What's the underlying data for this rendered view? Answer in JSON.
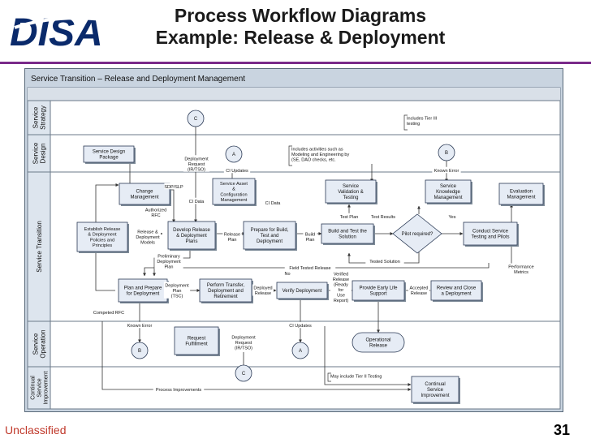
{
  "header": {
    "logo_text": "DISA",
    "title_line1": "Process Workflow Diagrams",
    "title_line2": "Example:  Release & Deployment"
  },
  "footer": {
    "classification": "Unclassified",
    "page_number": "31"
  },
  "diagram": {
    "title": "Service Transition – Release and Deployment Management",
    "lanes": {
      "strategy": [
        "Service",
        "Strategy"
      ],
      "design": [
        "Service",
        "Design"
      ],
      "transition": [
        "Service Transition"
      ],
      "operation": [
        "Service",
        "Operation"
      ],
      "csi": [
        "Continual",
        "Service",
        "Improvement"
      ]
    },
    "tasks": {
      "service_design_package": [
        "Service Design",
        "Package"
      ],
      "change_management": [
        "Change",
        "Management"
      ],
      "service_asset_config": [
        "Service Asset",
        "&",
        "Configuration",
        "Management"
      ],
      "service_validation_testing": [
        "Service",
        "Validation &",
        "Testing"
      ],
      "service_knowledge_mgmt": [
        "Service",
        "Knowledge",
        "Management"
      ],
      "evaluation_management": [
        "Evaluation",
        "Management"
      ],
      "establish_release_policies": [
        "Establish Release",
        "& Deployment",
        "Policies and",
        "Principles"
      ],
      "develop_release_plans": [
        "Develop Release",
        "& Deployment",
        "Plans"
      ],
      "prepare_build_test": [
        "Prepare for Build,",
        "Test and",
        "Deployment"
      ],
      "build_and_test": [
        "Build and Test the",
        "Solution"
      ],
      "conduct_service_testing": [
        "Conduct Service",
        "Testing and Pilots"
      ],
      "plan_prepare_deployment": [
        "Plan and Prepare",
        "for Deployment"
      ],
      "perform_transfer": [
        "Perform Transfer,",
        "Deployment and",
        "Retirement"
      ],
      "verify_deployment": [
        "Verify Deployment"
      ],
      "provide_early_life": [
        "Provide Early Life",
        "Support"
      ],
      "review_close": [
        "Review and Close",
        "a Deployment"
      ],
      "request_fulfillment": [
        "Request",
        "Fulfillment"
      ],
      "operational_release": [
        "Operational",
        "Release"
      ],
      "continual_service_improvement": [
        "Continual",
        "Service",
        "Improvement"
      ]
    },
    "decision": [
      "Pilot required?"
    ],
    "connectors": {
      "c_top": "C",
      "a_design": "A",
      "b_design": "B",
      "b_operation": "B",
      "a_operation": "A",
      "c_csi": "C"
    },
    "annotations": {
      "tier3": [
        "Includes Tier III",
        "testing"
      ],
      "activities": [
        "Includes activities such as",
        "Modeling and Engineering by",
        "(SE, DAO checks, etc."
      ],
      "tier2": [
        "May include Tier II Testing"
      ]
    },
    "labels": {
      "deploy_request_top": [
        "Deployment",
        "Request",
        "(IR/TSO)"
      ],
      "ci_updates_top": [
        "CI Updates"
      ],
      "known_error_top": [
        "Known Error"
      ],
      "sdp_slp": [
        "SDP/SLP"
      ],
      "ci_data_1": [
        "CI Data"
      ],
      "ci_data_2": [
        "CI Data"
      ],
      "authorized_rfc": [
        "Authorized",
        "RFC"
      ],
      "release_models": [
        "Release &",
        "Deployment",
        "Models"
      ],
      "release_plan": [
        "Release",
        "Plan"
      ],
      "build_plan": [
        "Build",
        "Plan"
      ],
      "test_plan": [
        "Test Plan"
      ],
      "test_results": [
        "Test Results"
      ],
      "yes": [
        "Yes"
      ],
      "preliminary_plan": [
        "Preliminary",
        "Deployment",
        "Plan"
      ],
      "no": [
        "No"
      ],
      "field_tested": [
        "Field Tested Release"
      ],
      "tested_solution": [
        "Tested Solution"
      ],
      "performance_metrics": [
        "Performance",
        "Metrics"
      ],
      "deployment_plan": [
        "Deployment",
        "Plan",
        "(TSC)"
      ],
      "deployed_release": [
        "Deployed",
        "Release"
      ],
      "verified_release": [
        "Verified",
        "Release",
        "(Ready",
        "for",
        "Use",
        "Report)"
      ],
      "accepted_release": [
        "Accepted",
        "Release"
      ],
      "completed_rfc": [
        "Competed RFC"
      ],
      "known_error_ops": [
        "Known Error"
      ],
      "ci_updates_ops": [
        "CI Updates"
      ],
      "deploy_request_ops": [
        "Deployment",
        "Request",
        "(IR/TSO)"
      ],
      "process_improvements": [
        "Process Improvements"
      ]
    }
  }
}
